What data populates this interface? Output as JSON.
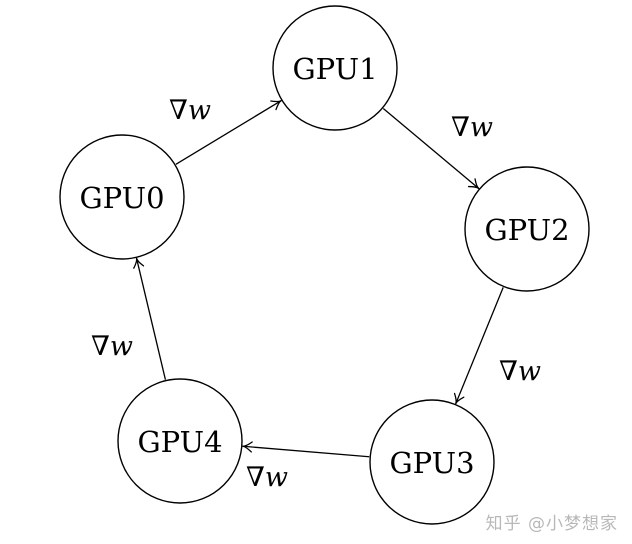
{
  "nodes": [
    {
      "id": "gpu0",
      "label": "GPU0"
    },
    {
      "id": "gpu1",
      "label": "GPU1"
    },
    {
      "id": "gpu2",
      "label": "GPU2"
    },
    {
      "id": "gpu3",
      "label": "GPU3"
    },
    {
      "id": "gpu4",
      "label": "GPU4"
    }
  ],
  "edges": [
    {
      "from": "gpu0",
      "to": "gpu1",
      "nabla": "∇",
      "var": "w"
    },
    {
      "from": "gpu1",
      "to": "gpu2",
      "nabla": "∇",
      "var": "w"
    },
    {
      "from": "gpu2",
      "to": "gpu3",
      "nabla": "∇",
      "var": "w"
    },
    {
      "from": "gpu3",
      "to": "gpu4",
      "nabla": "∇",
      "var": "w"
    },
    {
      "from": "gpu4",
      "to": "gpu0",
      "nabla": "∇",
      "var": "w"
    }
  ],
  "watermark": "知乎 @小梦想家"
}
